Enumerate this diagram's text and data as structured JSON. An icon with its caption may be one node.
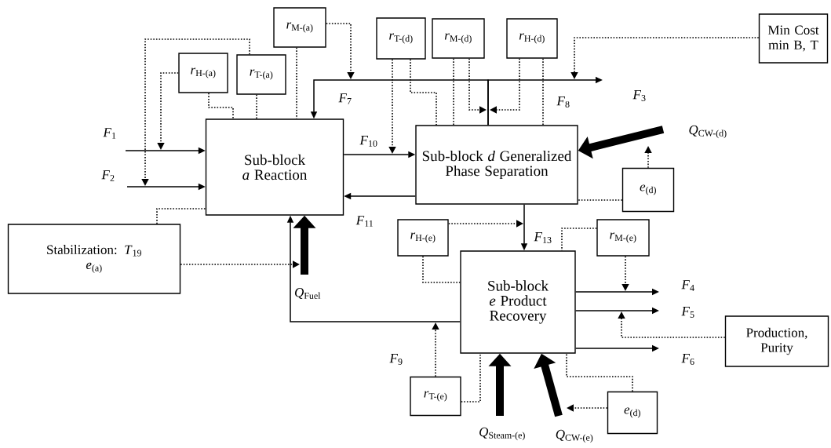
{
  "diagram": {
    "nodes": [
      {
        "text": [
          "Sub-block *a* Reaction"
        ]
      },
      {
        "text": [
          "Sub-block *d* Generalized Phase Separation"
        ]
      },
      {
        "text": [
          "Sub-block *e* Product Recovery"
        ]
      },
      {
        "text": [
          "Stabilization: *T*$_{19}$",
          "*e*$_{(a)}$"
        ]
      },
      {
        "text": [
          "Min Cost min B, T"
        ]
      },
      {
        "text": [
          "Production, Purity"
        ]
      },
      {
        "text": [
          "*r*$_{M-(a)}$"
        ]
      },
      {
        "text": [
          "*r*$_{H-(a)}$"
        ]
      },
      {
        "text": [
          "*r*$_{T-(a)}$"
        ]
      },
      {
        "text": [
          "*r*$_{T-(d)}$"
        ]
      },
      {
        "text": [
          "*r*$_{M-(d)}$"
        ]
      },
      {
        "text": [
          "*r*$_{H-(d)}$"
        ]
      },
      {
        "text": [
          "*e*$_{(d)}$"
        ]
      },
      {
        "text": [
          "*r*$_{H-(e)}$"
        ]
      },
      {
        "text": [
          "*r*$_{M-(e)}$"
        ]
      },
      {
        "text": [
          "*r*$_{T-(e)}$"
        ]
      },
      {
        "text": [
          "*e*$_{(d)}$"
        ]
      }
    ],
    "edges": [
      {
        "from": null,
        "to": 0,
        "arrow": "to",
        "label": "*F*$_{1}$"
      },
      {
        "from": null,
        "to": 0,
        "arrow": "to",
        "label": "*F*$_{2}$"
      },
      {
        "from": 1,
        "to": 0,
        "arrow": "to",
        "label": "*F*$_{7}$"
      },
      {
        "from": 1,
        "to": null,
        "arrow": "to",
        "label": "*F*$_{3}$"
      },
      {
        "from": 0,
        "to": 1,
        "arrow": "to",
        "label": "*F*$_{10}$"
      },
      {
        "from": 1,
        "to": 0,
        "arrow": "to",
        "label": "*F*$_{11}$"
      },
      {
        "from": 1,
        "to": 2,
        "arrow": "to",
        "label": "*F*$_{13}$"
      },
      {
        "from": 2,
        "to": 0,
        "arrow": "to",
        "label": "*F*$_{9}$"
      },
      {
        "from": 2,
        "to": null,
        "arrow": "to",
        "label": "*F*$_{4}$"
      },
      {
        "from": 2,
        "to": null,
        "arrow": "to",
        "label": "*F*$_{5}$"
      },
      {
        "from": 2,
        "to": null,
        "arrow": "to",
        "label": "*F*$_{6}$"
      },
      {
        "from": null,
        "to": 0,
        "arrow": "to",
        "label": "*Q*$_{Fuel}$",
        "style": "thick"
      },
      {
        "from": null,
        "to": 1,
        "arrow": "to",
        "label": "*Q*$_{CW-(d)}$",
        "style": "thick"
      },
      {
        "from": null,
        "to": 2,
        "arrow": "to",
        "label": "*Q*$_{Steam-(e)}$",
        "style": "thick"
      },
      {
        "from": null,
        "to": 2,
        "arrow": "to",
        "label": "*Q*$_{CW-(e)}$",
        "style": "thick"
      },
      {
        "from": 6,
        "to": 0,
        "arrow": "none",
        "style": "dashed"
      },
      {
        "from": 6,
        "to": null,
        "arrow": "to",
        "style": "dashed"
      },
      {
        "from": 7,
        "to": null,
        "arrow": "to",
        "style": "dashed"
      },
      {
        "from": 7,
        "to": 0,
        "arrow": "none",
        "style": "dashed"
      },
      {
        "from": 8,
        "to": null,
        "arrow": "to",
        "style": "dashed"
      },
      {
        "from": 8,
        "to": 0,
        "arrow": "none",
        "style": "dashed"
      },
      {
        "from": 9,
        "to": null,
        "arrow": "to",
        "style": "dashed"
      },
      {
        "from": 9,
        "to": 1,
        "arrow": "none",
        "style": "dashed"
      },
      {
        "from": 10,
        "to": 1,
        "arrow": "none",
        "style": "dashed"
      },
      {
        "from": 10,
        "to": null,
        "arrow": "to",
        "style": "dashed"
      },
      {
        "from": 11,
        "to": null,
        "arrow": "to",
        "style": "dashed"
      },
      {
        "from": 11,
        "to": 1,
        "arrow": "none",
        "style": "dashed"
      },
      {
        "from": 4,
        "to": null,
        "arrow": "to",
        "style": "dashed"
      },
      {
        "from": 12,
        "to": null,
        "arrow": "to",
        "style": "dashed"
      },
      {
        "from": 12,
        "to": 1,
        "arrow": "none",
        "style": "dashed"
      },
      {
        "from": 13,
        "to": null,
        "arrow": "to",
        "style": "dashed"
      },
      {
        "from": 13,
        "to": 2,
        "arrow": "none",
        "style": "dashed"
      },
      {
        "from": 14,
        "to": null,
        "arrow": "to",
        "style": "dashed"
      },
      {
        "from": 14,
        "to": 2,
        "arrow": "none",
        "style": "dashed"
      },
      {
        "from": 15,
        "to": null,
        "arrow": "to",
        "style": "dashed"
      },
      {
        "from": 15,
        "to": 2,
        "arrow": "none",
        "style": "dashed"
      },
      {
        "from": 16,
        "to": null,
        "arrow": "to",
        "style": "dashed"
      },
      {
        "from": 16,
        "to": 2,
        "arrow": "none",
        "style": "dashed"
      },
      {
        "from": 5,
        "to": null,
        "arrow": "to",
        "style": "dashed"
      },
      {
        "from": 3,
        "to": null,
        "arrow": "to",
        "style": "dashed"
      },
      {
        "from": 3,
        "to": 0,
        "arrow": "none",
        "style": "dashed"
      }
    ],
    "labels": [
      "*F*$_{8}$"
    ]
  }
}
